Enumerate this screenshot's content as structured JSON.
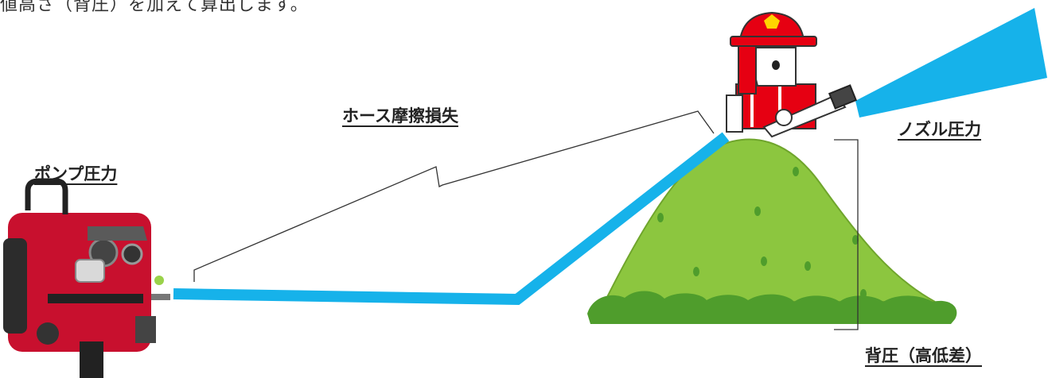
{
  "header": {
    "text": "値高さ（背圧）を加えて算出します。"
  },
  "labels": {
    "hose_friction_loss": "ホース摩擦損失",
    "pump_pressure": "ポンプ圧力",
    "nozzle_pressure": "ノズル圧力",
    "back_pressure": "背圧（高低差）"
  },
  "colors": {
    "hose": "#16b2ea",
    "pump_red": "#c8102e",
    "hill_green": "#8cc63f",
    "firefighter_red": "#e60012"
  },
  "icons": [
    "fire-pump-icon",
    "firefighter-icon",
    "hill-icon",
    "water-spray-icon",
    "brace-icon"
  ]
}
